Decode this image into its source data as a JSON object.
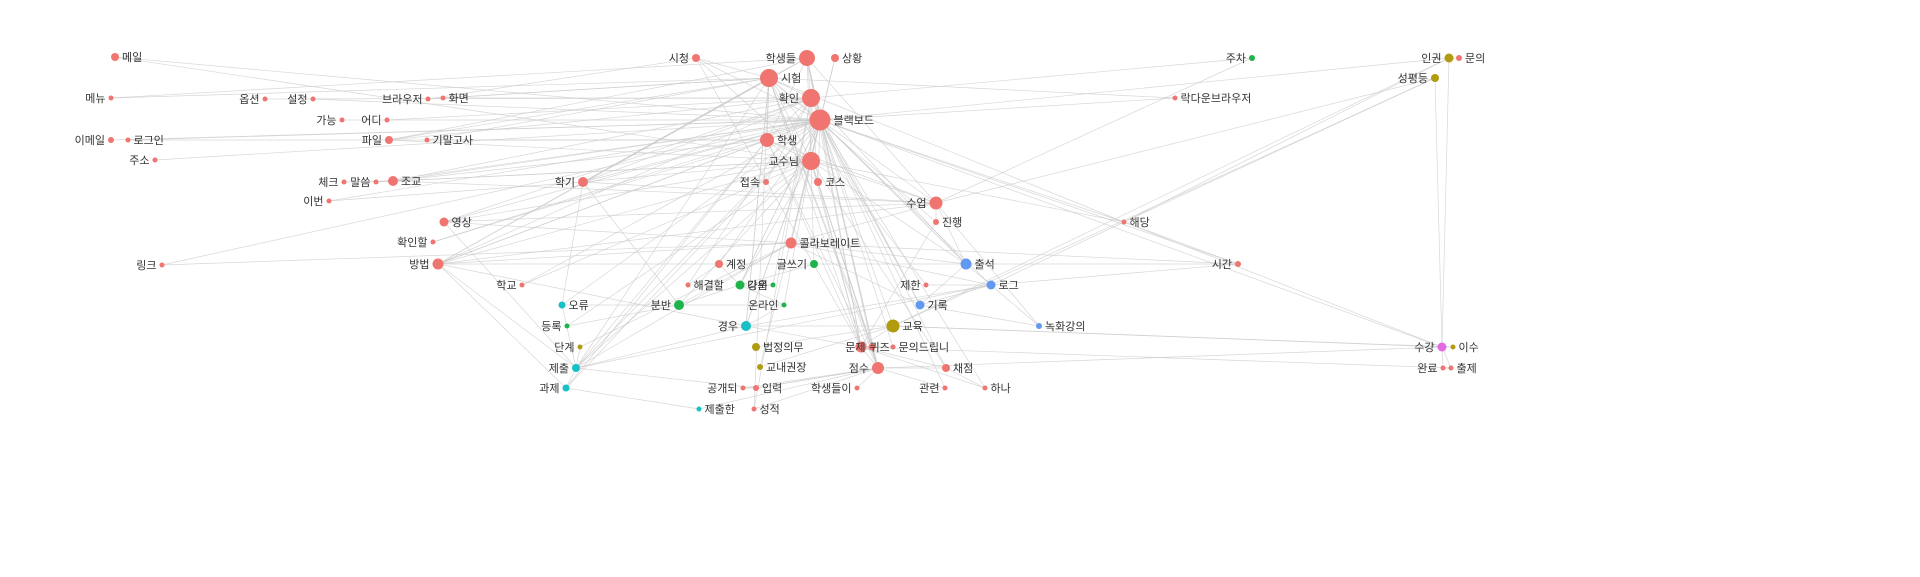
{
  "graph": {
    "colors": {
      "red": "#f07470",
      "green": "#1db54a",
      "blue": "#6198f0",
      "cyan": "#17c0c5",
      "olive": "#b19b0e",
      "magenta": "#e36ae0",
      "edge": "#c9c9c9",
      "label": "#333333"
    },
    "nodes": [
      {
        "id": "메일",
        "group": "red",
        "size": 4,
        "label_side": "right"
      },
      {
        "id": "메뉴",
        "group": "red",
        "size": 2.5,
        "label_side": "left"
      },
      {
        "id": "옵션",
        "group": "red",
        "size": 2.5,
        "label_side": "left"
      },
      {
        "id": "설정",
        "group": "red",
        "size": 2.5,
        "label_side": "left"
      },
      {
        "id": "화면",
        "group": "red",
        "size": 2.5,
        "label_side": "right"
      },
      {
        "id": "브라우저",
        "group": "red",
        "size": 2.5,
        "label_side": "left"
      },
      {
        "id": "가능",
        "group": "red",
        "size": 2.5,
        "label_side": "left"
      },
      {
        "id": "어디",
        "group": "red",
        "size": 2.5,
        "label_side": "left"
      },
      {
        "id": "이메일",
        "group": "red",
        "size": 3,
        "label_side": "left"
      },
      {
        "id": "로그인",
        "group": "red",
        "size": 2.5,
        "label_side": "right"
      },
      {
        "id": "파일",
        "group": "red",
        "size": 4,
        "label_side": "left"
      },
      {
        "id": "기말고사",
        "group": "red",
        "size": 2.5,
        "label_side": "right"
      },
      {
        "id": "주소",
        "group": "red",
        "size": 2.5,
        "label_side": "left"
      },
      {
        "id": "체크",
        "group": "red",
        "size": 2.5,
        "label_side": "left"
      },
      {
        "id": "조교",
        "group": "red",
        "size": 5,
        "label_side": "right"
      },
      {
        "id": "말씀",
        "group": "red",
        "size": 2.5,
        "label_side": "left"
      },
      {
        "id": "이번",
        "group": "red",
        "size": 2.5,
        "label_side": "left"
      },
      {
        "id": "영상",
        "group": "red",
        "size": 4.5,
        "label_side": "right"
      },
      {
        "id": "확인할",
        "group": "red",
        "size": 2.5,
        "label_side": "left"
      },
      {
        "id": "링크",
        "group": "red",
        "size": 2.5,
        "label_side": "left"
      },
      {
        "id": "방법",
        "group": "red",
        "size": 5.5,
        "label_side": "left"
      },
      {
        "id": "학교",
        "group": "red",
        "size": 2.5,
        "label_side": "left"
      },
      {
        "id": "학기",
        "group": "red",
        "size": 5,
        "label_side": "left"
      },
      {
        "id": "시청",
        "group": "red",
        "size": 4,
        "label_side": "left"
      },
      {
        "id": "학생들",
        "group": "red",
        "size": 8,
        "label_side": "left"
      },
      {
        "id": "상황",
        "group": "red",
        "size": 4,
        "label_side": "right"
      },
      {
        "id": "시험",
        "group": "red",
        "size": 9,
        "label_side": "right"
      },
      {
        "id": "확인",
        "group": "red",
        "size": 9,
        "label_side": "left"
      },
      {
        "id": "블랙보드",
        "group": "red",
        "size": 10.5,
        "label_side": "right"
      },
      {
        "id": "학생",
        "group": "red",
        "size": 7,
        "label_side": "right"
      },
      {
        "id": "교수님",
        "group": "red",
        "size": 9,
        "label_side": "left"
      },
      {
        "id": "접속",
        "group": "red",
        "size": 3,
        "label_side": "left"
      },
      {
        "id": "코스",
        "group": "red",
        "size": 4,
        "label_side": "right"
      },
      {
        "id": "수업",
        "group": "red",
        "size": 6.5,
        "label_side": "left"
      },
      {
        "id": "진행",
        "group": "red",
        "size": 3,
        "label_side": "right"
      },
      {
        "id": "콜라보레이트",
        "group": "red",
        "size": 5.5,
        "label_side": "right"
      },
      {
        "id": "계정",
        "group": "red",
        "size": 4,
        "label_side": "right"
      },
      {
        "id": "해결할",
        "group": "red",
        "size": 2.5,
        "label_side": "right"
      },
      {
        "id": "주차",
        "group": "green",
        "size": 3,
        "label_side": "left"
      },
      {
        "id": "락다운브라우저",
        "group": "red",
        "size": 2.5,
        "label_side": "right"
      },
      {
        "id": "해당",
        "group": "red",
        "size": 2.5,
        "label_side": "right"
      },
      {
        "id": "시간",
        "group": "red",
        "size": 3,
        "label_side": "left"
      },
      {
        "id": "인권",
        "group": "olive",
        "size": 4.5,
        "label_side": "left"
      },
      {
        "id": "문의",
        "group": "red",
        "size": 3,
        "label_side": "right"
      },
      {
        "id": "성평등",
        "group": "olive",
        "size": 4,
        "label_side": "left"
      },
      {
        "id": "글쓰기",
        "group": "green",
        "size": 4,
        "label_side": "left"
      },
      {
        "id": "강의",
        "group": "green",
        "size": 4.5,
        "label_side": "right"
      },
      {
        "id": "다운",
        "group": "green",
        "size": 2.5,
        "label_side": "left"
      },
      {
        "id": "분반",
        "group": "green",
        "size": 5,
        "label_side": "left"
      },
      {
        "id": "온라인",
        "group": "green",
        "size": 2.5,
        "label_side": "left"
      },
      {
        "id": "오류",
        "group": "cyan",
        "size": 3.5,
        "label_side": "right"
      },
      {
        "id": "등록",
        "group": "green",
        "size": 2.5,
        "label_side": "left"
      },
      {
        "id": "단계",
        "group": "olive",
        "size": 2.5,
        "label_side": "left"
      },
      {
        "id": "제출",
        "group": "cyan",
        "size": 4,
        "label_side": "left"
      },
      {
        "id": "과제",
        "group": "cyan",
        "size": 3.5,
        "label_side": "left"
      },
      {
        "id": "경우",
        "group": "cyan",
        "size": 5,
        "label_side": "left"
      },
      {
        "id": "법정의무",
        "group": "olive",
        "size": 4,
        "label_side": "right"
      },
      {
        "id": "교내권장",
        "group": "olive",
        "size": 3,
        "label_side": "right"
      },
      {
        "id": "공개되",
        "group": "red",
        "size": 2.5,
        "label_side": "left"
      },
      {
        "id": "입력",
        "group": "red",
        "size": 3,
        "label_side": "right"
      },
      {
        "id": "제출한",
        "group": "cyan",
        "size": 2.5,
        "label_side": "right"
      },
      {
        "id": "성적",
        "group": "red",
        "size": 2.5,
        "label_side": "right"
      },
      {
        "id": "출석",
        "group": "blue",
        "size": 5.5,
        "label_side": "right"
      },
      {
        "id": "제한",
        "group": "red",
        "size": 2.5,
        "label_side": "left"
      },
      {
        "id": "로그",
        "group": "blue",
        "size": 4.5,
        "label_side": "right"
      },
      {
        "id": "기록",
        "group": "blue",
        "size": 4.5,
        "label_side": "right"
      },
      {
        "id": "녹화강의",
        "group": "blue",
        "size": 3,
        "label_side": "right"
      },
      {
        "id": "교육",
        "group": "olive",
        "size": 6.5,
        "label_side": "right"
      },
      {
        "id": "퀴즈",
        "group": "red",
        "size": 5.5,
        "label_side": "right"
      },
      {
        "id": "문제",
        "group": "red",
        "size": 3.5,
        "label_side": "left"
      },
      {
        "id": "문의드립니",
        "group": "red",
        "size": 2.5,
        "label_side": "right"
      },
      {
        "id": "점수",
        "group": "red",
        "size": 6,
        "label_side": "left"
      },
      {
        "id": "학생들이",
        "group": "red",
        "size": 2.5,
        "label_side": "left"
      },
      {
        "id": "채점",
        "group": "red",
        "size": 4,
        "label_side": "right"
      },
      {
        "id": "관련",
        "group": "red",
        "size": 2.5,
        "label_side": "left"
      },
      {
        "id": "하나",
        "group": "red",
        "size": 2.5,
        "label_side": "right"
      },
      {
        "id": "수강",
        "group": "magenta",
        "size": 4.5,
        "label_side": "left"
      },
      {
        "id": "이수",
        "group": "olive",
        "size": 2.5,
        "label_side": "right"
      },
      {
        "id": "완료",
        "group": "red",
        "size": 2.5,
        "label_side": "left"
      },
      {
        "id": "출제",
        "group": "red",
        "size": 2.5,
        "label_side": "right"
      }
    ],
    "edges": [
      [
        "메일",
        "블랙보드"
      ],
      [
        "메일",
        "교수님"
      ],
      [
        "메뉴",
        "시험"
      ],
      [
        "메뉴",
        "학생들"
      ],
      [
        "옵션",
        "확인"
      ],
      [
        "설정",
        "블랙보드"
      ],
      [
        "화면",
        "시험"
      ],
      [
        "화면",
        "확인"
      ],
      [
        "브라우저",
        "시험"
      ],
      [
        "브라우저",
        "시청"
      ],
      [
        "가능",
        "블랙보드"
      ],
      [
        "어디",
        "확인"
      ],
      [
        "이메일",
        "블랙보드"
      ],
      [
        "로그인",
        "블랙보드"
      ],
      [
        "로그인",
        "학생"
      ],
      [
        "파일",
        "확인"
      ],
      [
        "파일",
        "교수님"
      ],
      [
        "파일",
        "시험"
      ],
      [
        "파일",
        "학생들"
      ],
      [
        "기말고사",
        "시험"
      ],
      [
        "기말고사",
        "학생"
      ],
      [
        "주소",
        "블랙보드"
      ],
      [
        "체크",
        "조교"
      ],
      [
        "조교",
        "교수님"
      ],
      [
        "조교",
        "학생"
      ],
      [
        "조교",
        "수업"
      ],
      [
        "조교",
        "확인"
      ],
      [
        "조교",
        "블랙보드"
      ],
      [
        "말씀",
        "교수님"
      ],
      [
        "말씀",
        "블랙보드"
      ],
      [
        "이번",
        "학기"
      ],
      [
        "이번",
        "블랙보드"
      ],
      [
        "영상",
        "교수님"
      ],
      [
        "영상",
        "블랙보드"
      ],
      [
        "영상",
        "확인"
      ],
      [
        "영상",
        "수업"
      ],
      [
        "영상",
        "제출"
      ],
      [
        "영상",
        "콜라보레이트"
      ],
      [
        "확인할",
        "학생"
      ],
      [
        "확인할",
        "블랙보드"
      ],
      [
        "링크",
        "콜라보레이트"
      ],
      [
        "링크",
        "블랙보드"
      ],
      [
        "방법",
        "블랙보드"
      ],
      [
        "방법",
        "확인"
      ],
      [
        "방법",
        "교수님"
      ],
      [
        "방법",
        "시험"
      ],
      [
        "방법",
        "학생"
      ],
      [
        "방법",
        "수업"
      ],
      [
        "방법",
        "콜라보레이트"
      ],
      [
        "방법",
        "출석"
      ],
      [
        "방법",
        "제출"
      ],
      [
        "방법",
        "과제"
      ],
      [
        "방법",
        "경우"
      ],
      [
        "방법",
        "학생들"
      ],
      [
        "학교",
        "블랙보드"
      ],
      [
        "학교",
        "교수님"
      ],
      [
        "학기",
        "학생들"
      ],
      [
        "학기",
        "시험"
      ],
      [
        "학기",
        "확인"
      ],
      [
        "학기",
        "블랙보드"
      ],
      [
        "학기",
        "교수님"
      ],
      [
        "학기",
        "수업"
      ],
      [
        "학기",
        "오류"
      ],
      [
        "학기",
        "분반"
      ],
      [
        "시청",
        "시험"
      ],
      [
        "시청",
        "교수님"
      ],
      [
        "시청",
        "퀴즈"
      ],
      [
        "시청",
        "블랙보드"
      ],
      [
        "학생들",
        "블랙보드"
      ],
      [
        "학생들",
        "시험"
      ],
      [
        "학생들",
        "확인"
      ],
      [
        "학생들",
        "학생"
      ],
      [
        "학생들",
        "교수님"
      ],
      [
        "학생들",
        "수업"
      ],
      [
        "학생들",
        "퀴즈"
      ],
      [
        "학생들",
        "점수"
      ],
      [
        "학생들",
        "문제"
      ],
      [
        "상황",
        "블랙보드"
      ],
      [
        "상황",
        "교수님"
      ],
      [
        "시험",
        "블랙보드"
      ],
      [
        "시험",
        "확인"
      ],
      [
        "시험",
        "교수님"
      ],
      [
        "시험",
        "학생"
      ],
      [
        "시험",
        "퀴즈"
      ],
      [
        "시험",
        "점수"
      ],
      [
        "시험",
        "락다운브라우저"
      ],
      [
        "시험",
        "제출"
      ],
      [
        "시험",
        "경우"
      ],
      [
        "시험",
        "해당"
      ],
      [
        "시험",
        "문제"
      ],
      [
        "시험",
        "성적"
      ],
      [
        "확인",
        "블랙보드"
      ],
      [
        "확인",
        "교수님"
      ],
      [
        "확인",
        "학생"
      ],
      [
        "확인",
        "출석"
      ],
      [
        "확인",
        "기록"
      ],
      [
        "확인",
        "성적"
      ],
      [
        "확인",
        "접속"
      ],
      [
        "블랙보드",
        "교수님"
      ],
      [
        "블랙보드",
        "학생"
      ],
      [
        "블랙보드",
        "수업"
      ],
      [
        "블랙보드",
        "코스"
      ],
      [
        "블랙보드",
        "콜라보레이트"
      ],
      [
        "블랙보드",
        "퀴즈"
      ],
      [
        "블랙보드",
        "점수"
      ],
      [
        "블랙보드",
        "해당"
      ],
      [
        "블랙보드",
        "시간"
      ],
      [
        "블랙보드",
        "로그"
      ],
      [
        "블랙보드",
        "기록"
      ],
      [
        "블랙보드",
        "경우"
      ],
      [
        "블랙보드",
        "제출"
      ],
      [
        "블랙보드",
        "강의"
      ],
      [
        "블랙보드",
        "출석"
      ],
      [
        "블랙보드",
        "채점"
      ],
      [
        "블랙보드",
        "관련"
      ],
      [
        "블랙보드",
        "하나"
      ],
      [
        "블랙보드",
        "문의드립니"
      ],
      [
        "블랙보드",
        "수강"
      ],
      [
        "블랙보드",
        "교육"
      ],
      [
        "블랙보드",
        "계정"
      ],
      [
        "블랙보드",
        "인권"
      ],
      [
        "학생",
        "교수님"
      ],
      [
        "학생",
        "수업"
      ],
      [
        "학생",
        "코스"
      ],
      [
        "학생",
        "제출"
      ],
      [
        "학생",
        "과제"
      ],
      [
        "학생",
        "점수"
      ],
      [
        "학생",
        "퀴즈"
      ],
      [
        "교수님",
        "수업"
      ],
      [
        "교수님",
        "콜라보레이트"
      ],
      [
        "교수님",
        "점수"
      ],
      [
        "교수님",
        "퀴즈"
      ],
      [
        "교수님",
        "코스"
      ],
      [
        "교수님",
        "제출"
      ],
      [
        "교수님",
        "분반"
      ],
      [
        "교수님",
        "강의"
      ],
      [
        "교수님",
        "출석"
      ],
      [
        "교수님",
        "해당"
      ],
      [
        "교수님",
        "문제"
      ],
      [
        "교수님",
        "채점"
      ],
      [
        "코스",
        "점수"
      ],
      [
        "코스",
        "퀴즈"
      ],
      [
        "코스",
        "확인"
      ],
      [
        "수업",
        "콜라보레이트"
      ],
      [
        "수업",
        "출석"
      ],
      [
        "수업",
        "진행"
      ],
      [
        "수업",
        "성평등"
      ],
      [
        "수업",
        "녹화강의"
      ],
      [
        "콜라보레이트",
        "출석"
      ],
      [
        "콜라보레이트",
        "기록"
      ],
      [
        "콜라보레이트",
        "로그"
      ],
      [
        "콜라보레이트",
        "제출"
      ],
      [
        "콜라보레이트",
        "분반"
      ],
      [
        "콜라보레이트",
        "시간"
      ],
      [
        "콜라보레이트",
        "단계"
      ],
      [
        "계정",
        "해결할"
      ],
      [
        "계정",
        "강의"
      ],
      [
        "해결할",
        "확인"
      ],
      [
        "글쓰기",
        "강의"
      ],
      [
        "글쓰기",
        "교수님"
      ],
      [
        "강의",
        "분반"
      ],
      [
        "강의",
        "온라인"
      ],
      [
        "강의",
        "블랙보드"
      ],
      [
        "다운",
        "확인"
      ],
      [
        "다운",
        "강의"
      ],
      [
        "분반",
        "오류"
      ],
      [
        "분반",
        "온라인"
      ],
      [
        "온라인",
        "경우"
      ],
      [
        "온라인",
        "교수님"
      ],
      [
        "오류",
        "블랙보드"
      ],
      [
        "오류",
        "제출"
      ],
      [
        "등록",
        "분반"
      ],
      [
        "등록",
        "교수님"
      ],
      [
        "제출",
        "과제"
      ],
      [
        "제출",
        "경우"
      ],
      [
        "제출",
        "입력"
      ],
      [
        "제출",
        "단계"
      ],
      [
        "제출",
        "로그"
      ],
      [
        "과제",
        "제출한"
      ],
      [
        "과제",
        "블랙보드"
      ],
      [
        "경우",
        "교육"
      ],
      [
        "경우",
        "로그"
      ],
      [
        "경우",
        "시험"
      ],
      [
        "경우",
        "퀴즈"
      ],
      [
        "경우",
        "블랙보드"
      ],
      [
        "법정의무",
        "교육"
      ],
      [
        "교내권장",
        "교육"
      ],
      [
        "교내권장",
        "블랙보드"
      ],
      [
        "공개되",
        "입력"
      ],
      [
        "공개되",
        "점수"
      ],
      [
        "입력",
        "점수"
      ],
      [
        "제출한",
        "점수"
      ],
      [
        "성적",
        "점수"
      ],
      [
        "출석",
        "로그"
      ],
      [
        "출석",
        "기록"
      ],
      [
        "출석",
        "시간"
      ],
      [
        "출석",
        "블랙보드"
      ],
      [
        "제한",
        "로그"
      ],
      [
        "제한",
        "시험"
      ],
      [
        "로그",
        "기록"
      ],
      [
        "로그",
        "시간"
      ],
      [
        "로그",
        "녹화강의"
      ],
      [
        "기록",
        "녹화강의"
      ],
      [
        "기록",
        "블랙보드"
      ],
      [
        "교육",
        "수강"
      ],
      [
        "교육",
        "이수"
      ],
      [
        "교육",
        "퀴즈"
      ],
      [
        "교육",
        "인권"
      ],
      [
        "교육",
        "성평등"
      ],
      [
        "퀴즈",
        "문제"
      ],
      [
        "퀴즈",
        "점수"
      ],
      [
        "퀴즈",
        "채점"
      ],
      [
        "퀴즈",
        "문의드립니"
      ],
      [
        "퀴즈",
        "하나"
      ],
      [
        "퀴즈",
        "출제"
      ],
      [
        "문제",
        "점수"
      ],
      [
        "점수",
        "채점"
      ],
      [
        "점수",
        "학생들이"
      ],
      [
        "점수",
        "관련"
      ],
      [
        "점수",
        "입력"
      ],
      [
        "점수",
        "수강"
      ],
      [
        "채점",
        "하나"
      ],
      [
        "해당",
        "시간"
      ],
      [
        "해당",
        "성평등"
      ],
      [
        "해당",
        "인권"
      ],
      [
        "해당",
        "수강"
      ],
      [
        "해당",
        "로그"
      ],
      [
        "인권",
        "문의"
      ],
      [
        "인권",
        "수강"
      ],
      [
        "성평등",
        "수강"
      ],
      [
        "수강",
        "이수"
      ],
      [
        "수강",
        "완료"
      ],
      [
        "수강",
        "출제"
      ],
      [
        "완료",
        "출제"
      ],
      [
        "주차",
        "확인"
      ],
      [
        "주차",
        "수업"
      ],
      [
        "락다운브라우저",
        "블랙보드"
      ],
      [
        "진행",
        "시험"
      ],
      [
        "진행",
        "퀴즈"
      ]
    ]
  }
}
